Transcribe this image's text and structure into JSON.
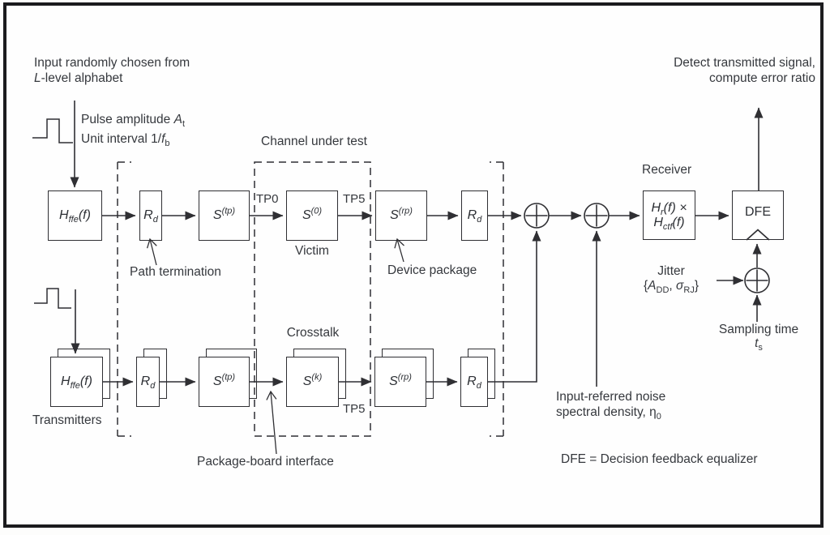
{
  "figure": {
    "description": "COM reference model block diagram",
    "colors": {
      "line": "#2f2f33",
      "text": "#35383d",
      "frame": "#1b1b1d",
      "background": "#fefefe"
    }
  },
  "annotations": {
    "input_note_line1": "Input randomly chosen from",
    "input_note_var": "L",
    "input_note_rest": "-level alphabet",
    "pulse_amplitude_label": "Pulse amplitude ",
    "pulse_amplitude_var": "A",
    "pulse_amplitude_sub": "t",
    "unit_interval_label": "Unit interval 1/",
    "unit_interval_var": "f",
    "unit_interval_sub": "b",
    "channel_under_test": "Channel under test",
    "tp0": "TP0",
    "tp5_top": "TP5",
    "tp5_bottom": "TP5",
    "victim": "Victim",
    "path_termination": "Path termination",
    "device_package": "Device package",
    "crosstalk": "Crosstalk",
    "transmitters": "Transmitters",
    "package_board_interface": "Package-board interface",
    "receiver": "Receiver",
    "detect_line1": "Detect transmitted signal,",
    "detect_line2": "compute error ratio",
    "jitter_line1": "Jitter",
    "jitter_open": "{",
    "jitter_var1": "A",
    "jitter_var1_sub": "DD",
    "jitter_comma": ", ",
    "jitter_var2": "σ",
    "jitter_var2_sub": "RJ",
    "jitter_close": "}",
    "sampling_time": "Sampling time",
    "sampling_var": "t",
    "sampling_sub": "s",
    "noise_line1": "Input-referred noise",
    "noise_line2_label": "spectral density, ",
    "noise_var": "η",
    "noise_sub": "0",
    "dfe_note": "DFE = Decision feedback equalizer"
  },
  "blocks": {
    "hffe_top": {
      "var": "H",
      "sub": "ffe",
      "rest": "(f)"
    },
    "rd_top1": {
      "var": "R",
      "sub": "d"
    },
    "stp_top": {
      "var": "S",
      "sup": "(tp)"
    },
    "s0": {
      "var": "S",
      "sup": "(0)"
    },
    "srp_top": {
      "var": "S",
      "sup": "(rp)"
    },
    "rd_top2": {
      "var": "R",
      "sub": "d"
    },
    "hffe_bot": {
      "var": "H",
      "sub": "ffe",
      "rest": "(f)"
    },
    "rd_bot1": {
      "var": "R",
      "sub": "d"
    },
    "stp_bot": {
      "var": "S",
      "sup": "(tp)"
    },
    "sk": {
      "var": "S",
      "sup": "(k)"
    },
    "srp_bot": {
      "var": "S",
      "sup": "(rp)"
    },
    "rd_bot2": {
      "var": "R",
      "sub": "d"
    },
    "receiver": {
      "line1_var": "H",
      "line1_sub": "r",
      "line1_rest": "(f) ×",
      "line2_var": "H",
      "line2_sub": "ctf",
      "line2_rest": "(f)"
    },
    "dfe": {
      "label": "DFE"
    }
  }
}
